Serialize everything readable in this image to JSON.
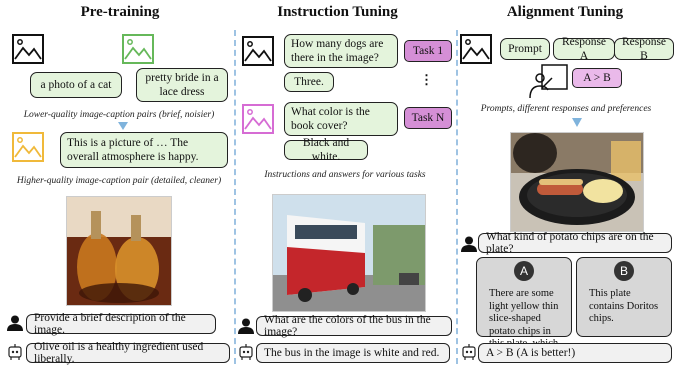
{
  "columns": {
    "pretraining": {
      "title": "Pre-training",
      "bubble_cat": "a photo of a cat",
      "bubble_bride": "pretty bride in a lace dress",
      "caption_low": "Lower-quality image-caption pairs (brief, noisier)",
      "bubble_hq": "This is a picture of … The overall atmosphere is happy.",
      "caption_high": "Higher-quality image-caption pair (detailed, cleaner)",
      "question": "Provide a brief description of the image.",
      "answer": "Olive oil is a healthy ingredient used liberally."
    },
    "instruction": {
      "title": "Instruction Tuning",
      "q1": "How many dogs are there in the image?",
      "task1": "Task 1",
      "a1": "Three.",
      "ellipsis": "⋮",
      "qn": "What color is the book cover?",
      "taskn": "Task N",
      "an": "Black and white.",
      "caption": "Instructions and answers for various tasks",
      "question": "What are the colors of the bus in the image?",
      "answer": "The bus in the image is white and red."
    },
    "alignment": {
      "title": "Alignment Tuning",
      "prompt": "Prompt",
      "response_a": "Response A",
      "response_b": "Response B",
      "preference": "A > B",
      "caption": "Prompts, different responses and preferences",
      "question": "What kind of potato chips are on the plate?",
      "label_a": "A",
      "text_a": "There are some light yellow thin slice-shaped potato chips in this plate, which look very crispy.",
      "label_b": "B",
      "text_b": "This plate contains Doritos chips.",
      "answer": "A > B (A is better!)"
    }
  },
  "icons": {
    "image": "image-icon",
    "user": "user-icon",
    "robot": "robot-icon",
    "annotator": "annotator-icon"
  },
  "colors": {
    "green_bubble": "#e4f4dc",
    "task_purple": "#d58fd6",
    "divider_blue": "#9ec3e3",
    "arrow_blue": "#7fb3dc",
    "response_gray": "#d7d7d7"
  }
}
